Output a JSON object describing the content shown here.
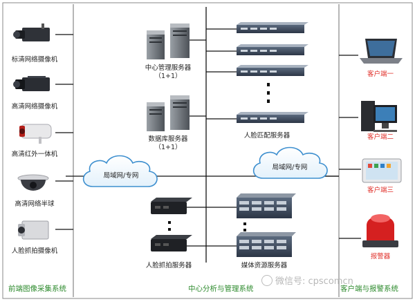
{
  "front": {
    "section_title": "前端图像采集系统",
    "cameras": [
      {
        "label": "标清网络摄像机",
        "icon": "box-camera-icon"
      },
      {
        "label": "高清网络摄像机",
        "icon": "hd-box-camera-icon"
      },
      {
        "label": "高清红外一体机",
        "icon": "infrared-bullet-camera-icon"
      },
      {
        "label": "高清网络半球",
        "icon": "dome-camera-icon"
      },
      {
        "label": "人脸抓拍摄像机",
        "icon": "face-capture-camera-icon"
      }
    ]
  },
  "center": {
    "section_title": "中心分析与管理系统",
    "management_server": {
      "label": "中心管理服务器",
      "sub": "（1+1）"
    },
    "database_server": {
      "label": "数据库服务器",
      "sub": "（1+1）"
    },
    "face_match_server": {
      "label": "人脸匹配服务器"
    },
    "face_capture_server": {
      "label": "人脸抓拍服务器"
    },
    "media_server": {
      "label": "媒体资源服务器"
    },
    "network_left": "局域网/专网",
    "network_right": "局域网/专网"
  },
  "client": {
    "section_title": "客户端与报警系统",
    "items": [
      {
        "label": "客户端一",
        "icon": "laptop-icon"
      },
      {
        "label": "客户端二",
        "icon": "desktop-workstation-icon"
      },
      {
        "label": "客户端三",
        "icon": "tablet-icon"
      },
      {
        "label": "报警器",
        "icon": "alarm-siren-icon"
      }
    ]
  },
  "watermark": "微信号: cpscomcn",
  "colors": {
    "section_title": "#2e8b2e",
    "client_label": "#e0302a",
    "divider": "#6e6e6e",
    "line": "#111111"
  }
}
